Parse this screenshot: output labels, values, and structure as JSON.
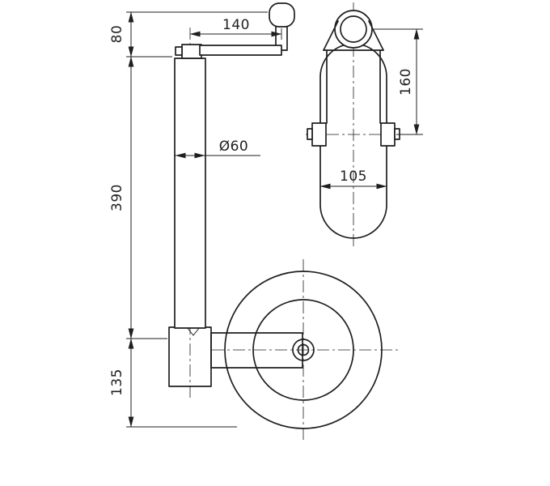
{
  "drawing": {
    "title": "jockey-wheel-technical-drawing",
    "line_color": "#1f1f1f",
    "background": "#ffffff"
  },
  "dims": {
    "crank_height": "80",
    "crank_reach": "140",
    "tube_length": "390",
    "lower_length": "135",
    "tube_diameter": "Ø60",
    "fork_height": "160",
    "wheel_width": "105"
  }
}
